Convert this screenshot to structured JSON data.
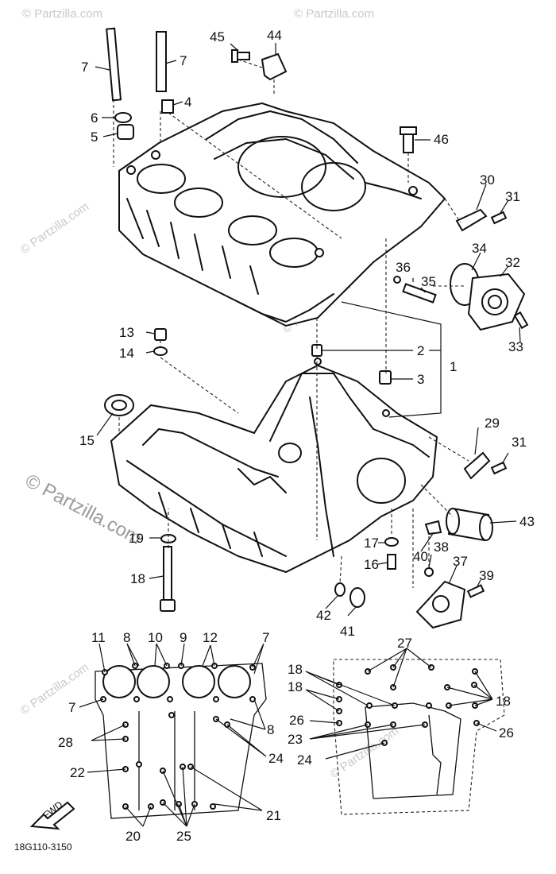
{
  "watermark": {
    "text": "© Partzilla.com"
  },
  "diagram_code": "18G110-3150",
  "fwd_label": "FWD",
  "callouts": {
    "c1": "1",
    "c2": "2",
    "c3": "3",
    "c4": "4",
    "c5": "5",
    "c6": "6",
    "c7": "7",
    "c8": "8",
    "c9": "9",
    "c10": "10",
    "c11": "11",
    "c12": "12",
    "c13": "13",
    "c14": "14",
    "c15": "15",
    "c16": "16",
    "c17": "17",
    "c18": "18",
    "c19": "19",
    "c20": "20",
    "c21": "21",
    "c22": "22",
    "c23": "23",
    "c24": "24",
    "c25": "25",
    "c26": "26",
    "c27": "27",
    "c28": "28",
    "c29": "29",
    "c30": "30",
    "c31": "31",
    "c32": "32",
    "c33": "33",
    "c34": "34",
    "c35": "35",
    "c36": "36",
    "c37": "37",
    "c38": "38",
    "c39": "39",
    "c40": "40",
    "c41": "41",
    "c42": "42",
    "c43": "43",
    "c44": "44",
    "c45": "45",
    "c46": "46"
  }
}
